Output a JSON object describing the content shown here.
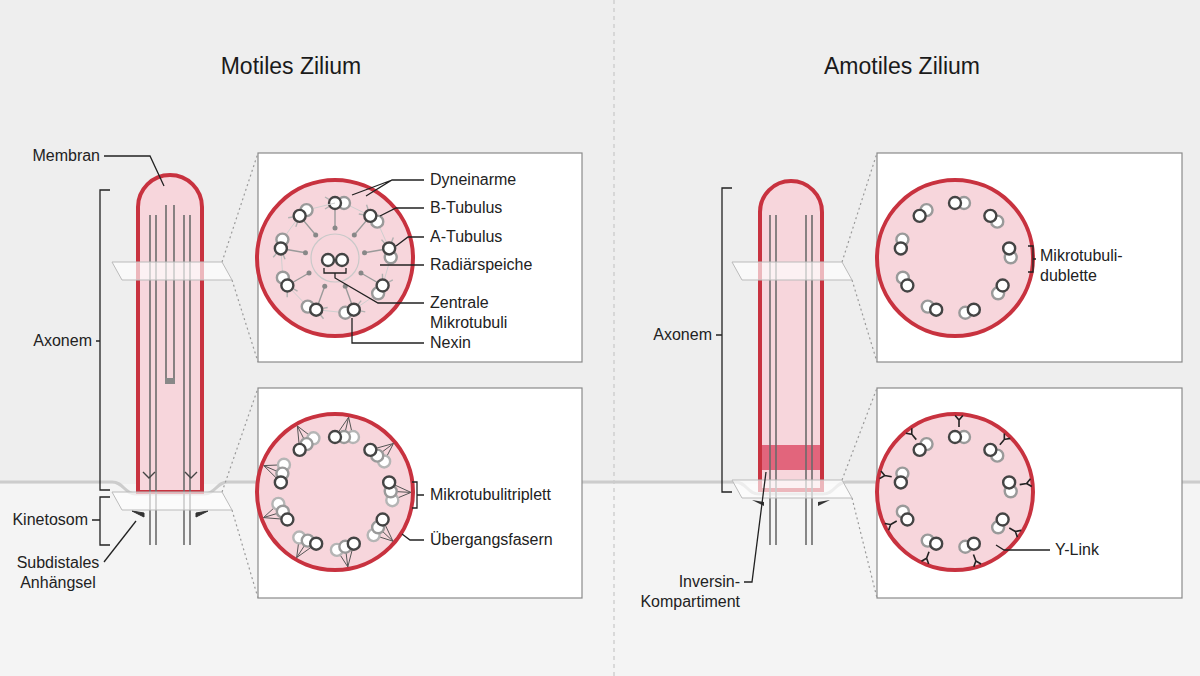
{
  "diagram": {
    "labels": [
      "Motiles Zilium",
      "Amotiles Zilium",
      "Membran",
      "Dyneinarme",
      "B-Tubulus",
      "A-Tubulus",
      "Radiärspeiche",
      "Zentrale Mikrotubuli",
      "Nexin",
      "Axonem",
      "Mikrotubulitriplett",
      "Übergangsfasern",
      "Kinetosom",
      "Subdistales Anhängsel",
      "Axonem",
      "Mikrotubuli- dublette",
      "Y-Link",
      "Inversin- Kompartiment"
    ]
  }
}
